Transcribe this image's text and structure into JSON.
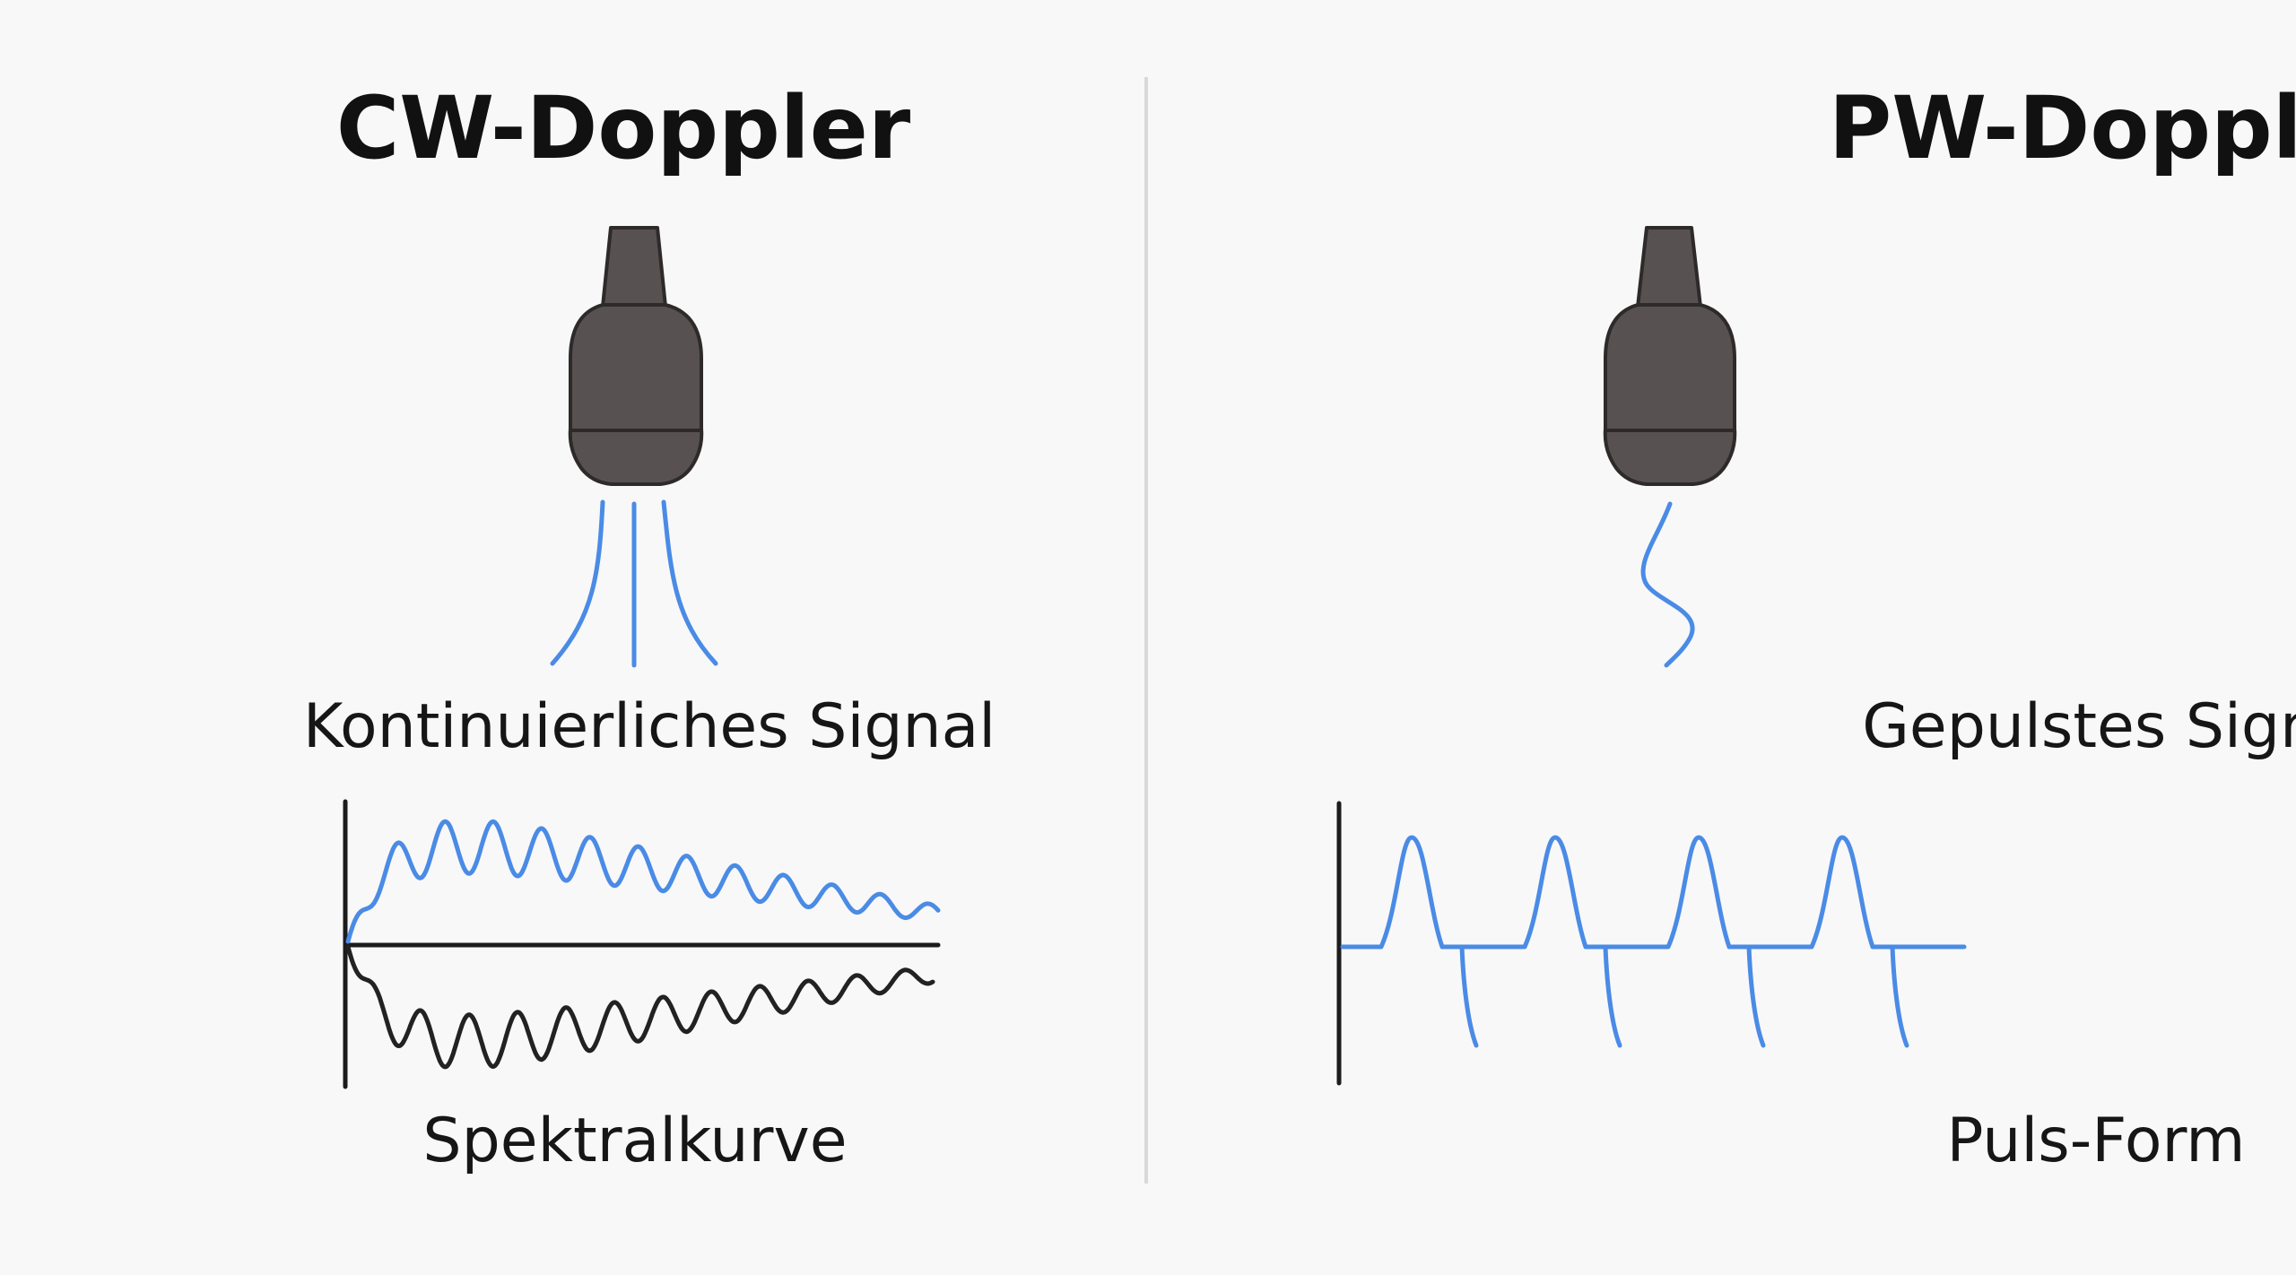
{
  "colors": {
    "background": "#f8f8f8",
    "probe_body": "#585152",
    "probe_outline": "#2e2a2a",
    "signal_blue": "#4a8be6",
    "curve_dark": "#222222",
    "divider": "#d9d9d9"
  },
  "panels": {
    "cw": {
      "title": "CW-Doppler",
      "signal_label": "Kontinuierliches Signal",
      "curve_label": "Spektralkurve",
      "probe_icon": "ultrasound-probe-icon",
      "beam_icon": "continuous-beam-lines-icon"
    },
    "pw": {
      "title": "PW-Doppler",
      "signal_label": "Gepulstes Signal",
      "curve_label": "Puls-Form",
      "probe_icon": "ultrasound-probe-icon",
      "beam_icon": "pulsed-wavy-line-icon"
    }
  }
}
